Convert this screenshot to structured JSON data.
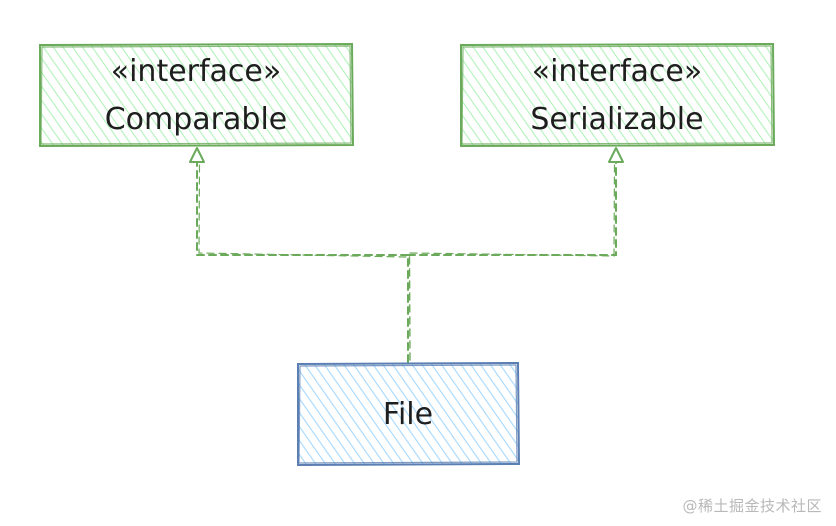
{
  "colors": {
    "interface_stroke": "#6aaa5a",
    "interface_hatch": "#b2f2bb",
    "class_stroke": "#5b7fb3",
    "class_hatch": "#a5d8ff",
    "dependency_line": "#6aaa5a",
    "text": "#1e1e1e",
    "watermark": "#b8b8b8"
  },
  "interfaces": [
    {
      "stereotype": "«interface»",
      "name": "Comparable"
    },
    {
      "stereotype": "«interface»",
      "name": "Serializable"
    }
  ],
  "class_box": {
    "name": "File"
  },
  "relationships": [
    {
      "from": "File",
      "to": "Comparable",
      "type": "realization"
    },
    {
      "from": "File",
      "to": "Serializable",
      "type": "realization"
    }
  ],
  "watermark": "@稀土掘金技术社区"
}
